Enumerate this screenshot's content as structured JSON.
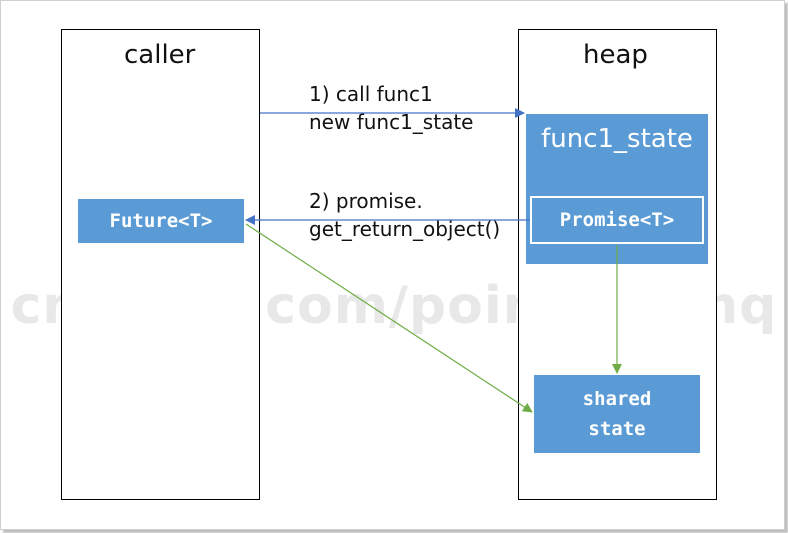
{
  "diagram": {
    "caller_title": "caller",
    "heap_title": "heap",
    "future_label": "Future<T>",
    "func_state_label": "func1_state",
    "promise_label": "Promise<T>",
    "shared_state_line1": "shared",
    "shared_state_line2": "state",
    "step1_line1": "1) call func1",
    "step1_line2": "new func1_state",
    "step2_line1": "2) promise.",
    "step2_line2": "get_return_object()",
    "watermark": "cnblogs.com/pointer-smq"
  },
  "colors": {
    "box_blue": "#5b9bd5",
    "arrow_blue": "#4472c4",
    "arrow_green": "#70ad47"
  }
}
